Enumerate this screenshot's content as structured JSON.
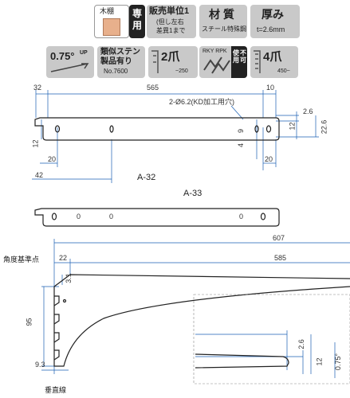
{
  "badges": {
    "wood": {
      "label": "木棚"
    },
    "exclusive": {
      "label": "専用"
    },
    "sales_unit": {
      "line1": "販売単位1",
      "line2": "(但し左右",
      "line3": "差異1まで"
    },
    "material": {
      "title": "材 質",
      "value": "スチール特殊鋼"
    },
    "thickness": {
      "title": "厚み",
      "value": "t=2.6mm"
    },
    "angle": {
      "value": "0.75°",
      "sup": "UP"
    },
    "similar": {
      "line1": "類似ステン",
      "line2": "製品有り",
      "line3": "No.7600"
    },
    "claws2": {
      "label": "2爪",
      "sub": "~250"
    },
    "usable": {
      "tags": "RKY RPK",
      "line1": "使用",
      "line2": "不可"
    },
    "claws4": {
      "label": "4爪",
      "sub": "450~"
    }
  },
  "top_view": {
    "dims": {
      "d32": "32",
      "d565": "565",
      "d10": "10",
      "hole_note": "2-Ø6.2(KD加工用穴)",
      "d2_6": "2.6",
      "d12_r": "12",
      "d22_6": "22.6",
      "d9": "9",
      "d4": "4",
      "d12_l": "12",
      "d20_l": "20",
      "d42": "42",
      "d20_r": "20"
    },
    "label": "A-32"
  },
  "second_view": {
    "label": "A-33",
    "marks": [
      "0",
      "0",
      "0"
    ]
  },
  "side_view": {
    "dims": {
      "d607": "607",
      "d22": "22",
      "d585": "585",
      "d3_1": "3.1",
      "d95": "95",
      "d9_3": "9.3"
    },
    "ref_point": "角度基準点",
    "vertical_line": "垂直線"
  },
  "detail_view": {
    "dims": {
      "d2_6": "2.6",
      "d12": "12",
      "angle": "0.75°"
    }
  },
  "colors": {
    "blue": "#1a5fb4",
    "dark": "#222222",
    "gray": "#c9c9c9",
    "orange": "#e8b08c"
  }
}
